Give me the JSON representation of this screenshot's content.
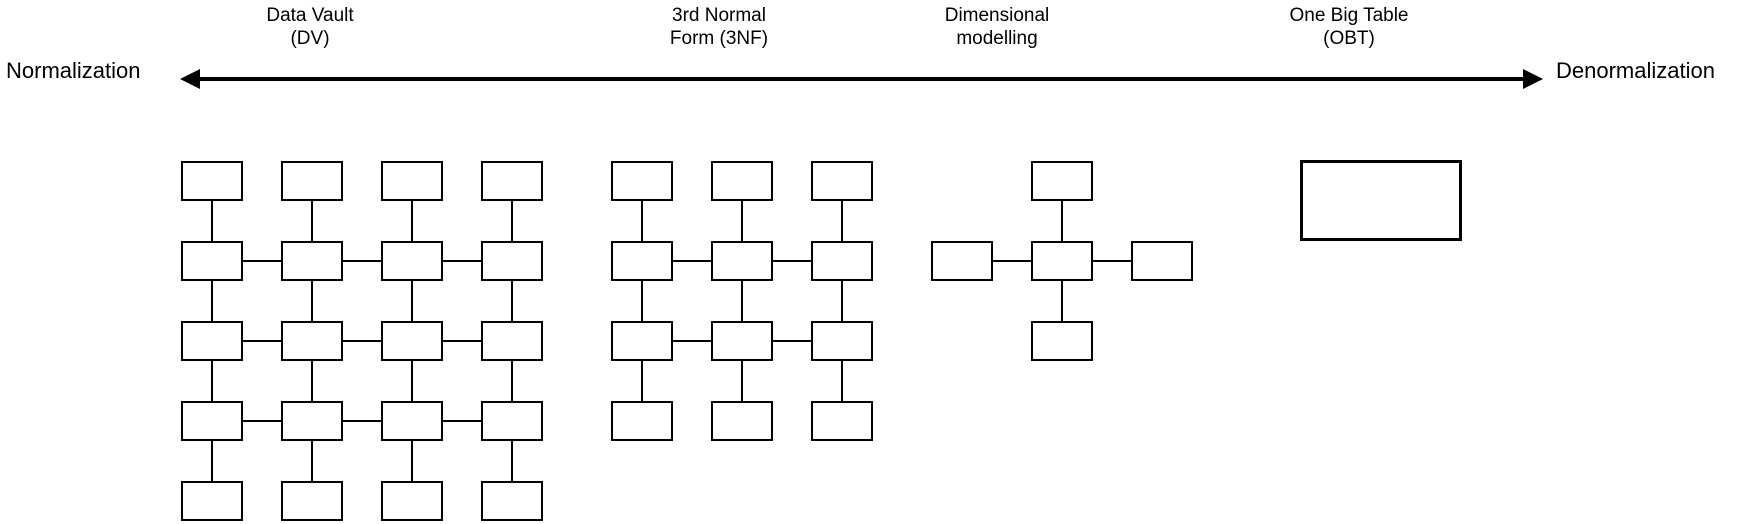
{
  "axis": {
    "left_label": "Normalization",
    "right_label": "Denormalization"
  },
  "methods": [
    {
      "id": "data-vault",
      "label": "Data Vault\n(DV)"
    },
    {
      "id": "3nf",
      "label": "3rd Normal\nForm (3NF)"
    },
    {
      "id": "dimensional",
      "label": "Dimensional\nmodelling"
    },
    {
      "id": "obt",
      "label": "One Big Table\n(OBT)"
    }
  ],
  "colors": {
    "stroke": "#000000",
    "fill": "#ffffff",
    "text": "#000000",
    "background": "#ffffff"
  },
  "diagrams": [
    {
      "name": "data-vault",
      "stroke_width": 2,
      "boxes": [
        [
          181,
          161,
          62,
          40
        ],
        [
          281,
          161,
          62,
          40
        ],
        [
          381,
          161,
          62,
          40
        ],
        [
          481,
          161,
          62,
          40
        ],
        [
          181,
          241,
          62,
          40
        ],
        [
          281,
          241,
          62,
          40
        ],
        [
          381,
          241,
          62,
          40
        ],
        [
          481,
          241,
          62,
          40
        ],
        [
          181,
          321,
          62,
          40
        ],
        [
          281,
          321,
          62,
          40
        ],
        [
          381,
          321,
          62,
          40
        ],
        [
          481,
          321,
          62,
          40
        ],
        [
          181,
          401,
          62,
          40
        ],
        [
          281,
          401,
          62,
          40
        ],
        [
          381,
          401,
          62,
          40
        ],
        [
          481,
          401,
          62,
          40
        ],
        [
          181,
          481,
          62,
          40
        ],
        [
          281,
          481,
          62,
          40
        ],
        [
          381,
          481,
          62,
          40
        ],
        [
          481,
          481,
          62,
          40
        ]
      ],
      "connectors": [
        [
          212,
          201,
          212,
          241
        ],
        [
          212,
          281,
          212,
          321
        ],
        [
          212,
          361,
          212,
          401
        ],
        [
          212,
          441,
          212,
          481
        ],
        [
          312,
          201,
          312,
          241
        ],
        [
          312,
          281,
          312,
          321
        ],
        [
          312,
          361,
          312,
          401
        ],
        [
          312,
          441,
          312,
          481
        ],
        [
          412,
          201,
          412,
          241
        ],
        [
          412,
          281,
          412,
          321
        ],
        [
          412,
          361,
          412,
          401
        ],
        [
          412,
          441,
          412,
          481
        ],
        [
          512,
          201,
          512,
          241
        ],
        [
          512,
          281,
          512,
          321
        ],
        [
          512,
          361,
          512,
          401
        ],
        [
          512,
          441,
          512,
          481
        ],
        [
          243,
          261,
          281,
          261
        ],
        [
          343,
          261,
          381,
          261
        ],
        [
          443,
          261,
          481,
          261
        ],
        [
          243,
          341,
          281,
          341
        ],
        [
          343,
          341,
          381,
          341
        ],
        [
          443,
          341,
          481,
          341
        ],
        [
          243,
          421,
          281,
          421
        ],
        [
          343,
          421,
          381,
          421
        ],
        [
          443,
          421,
          481,
          421
        ]
      ]
    },
    {
      "name": "third-normal-form",
      "stroke_width": 2,
      "boxes": [
        [
          611,
          161,
          62,
          40
        ],
        [
          711,
          161,
          62,
          40
        ],
        [
          811,
          161,
          62,
          40
        ],
        [
          611,
          241,
          62,
          40
        ],
        [
          711,
          241,
          62,
          40
        ],
        [
          811,
          241,
          62,
          40
        ],
        [
          611,
          321,
          62,
          40
        ],
        [
          711,
          321,
          62,
          40
        ],
        [
          811,
          321,
          62,
          40
        ],
        [
          611,
          401,
          62,
          40
        ],
        [
          711,
          401,
          62,
          40
        ],
        [
          811,
          401,
          62,
          40
        ]
      ],
      "connectors": [
        [
          642,
          201,
          642,
          241
        ],
        [
          642,
          281,
          642,
          321
        ],
        [
          642,
          361,
          642,
          401
        ],
        [
          742,
          201,
          742,
          241
        ],
        [
          742,
          281,
          742,
          321
        ],
        [
          742,
          361,
          742,
          401
        ],
        [
          842,
          201,
          842,
          241
        ],
        [
          842,
          281,
          842,
          321
        ],
        [
          842,
          361,
          842,
          401
        ],
        [
          673,
          261,
          711,
          261
        ],
        [
          773,
          261,
          811,
          261
        ],
        [
          673,
          341,
          711,
          341
        ],
        [
          773,
          341,
          811,
          341
        ]
      ]
    },
    {
      "name": "dimensional-modelling",
      "stroke_width": 2,
      "boxes": [
        [
          1031,
          161,
          62,
          40
        ],
        [
          931,
          241,
          62,
          40
        ],
        [
          1031,
          241,
          62,
          40
        ],
        [
          1131,
          241,
          62,
          40
        ],
        [
          1031,
          321,
          62,
          40
        ]
      ],
      "connectors": [
        [
          1062,
          201,
          1062,
          241
        ],
        [
          1062,
          281,
          1062,
          321
        ],
        [
          993,
          261,
          1031,
          261
        ],
        [
          1093,
          261,
          1131,
          261
        ]
      ]
    },
    {
      "name": "one-big-table",
      "stroke_width": 3,
      "boxes": [
        [
          1300,
          160,
          162,
          81
        ]
      ],
      "connectors": []
    }
  ]
}
